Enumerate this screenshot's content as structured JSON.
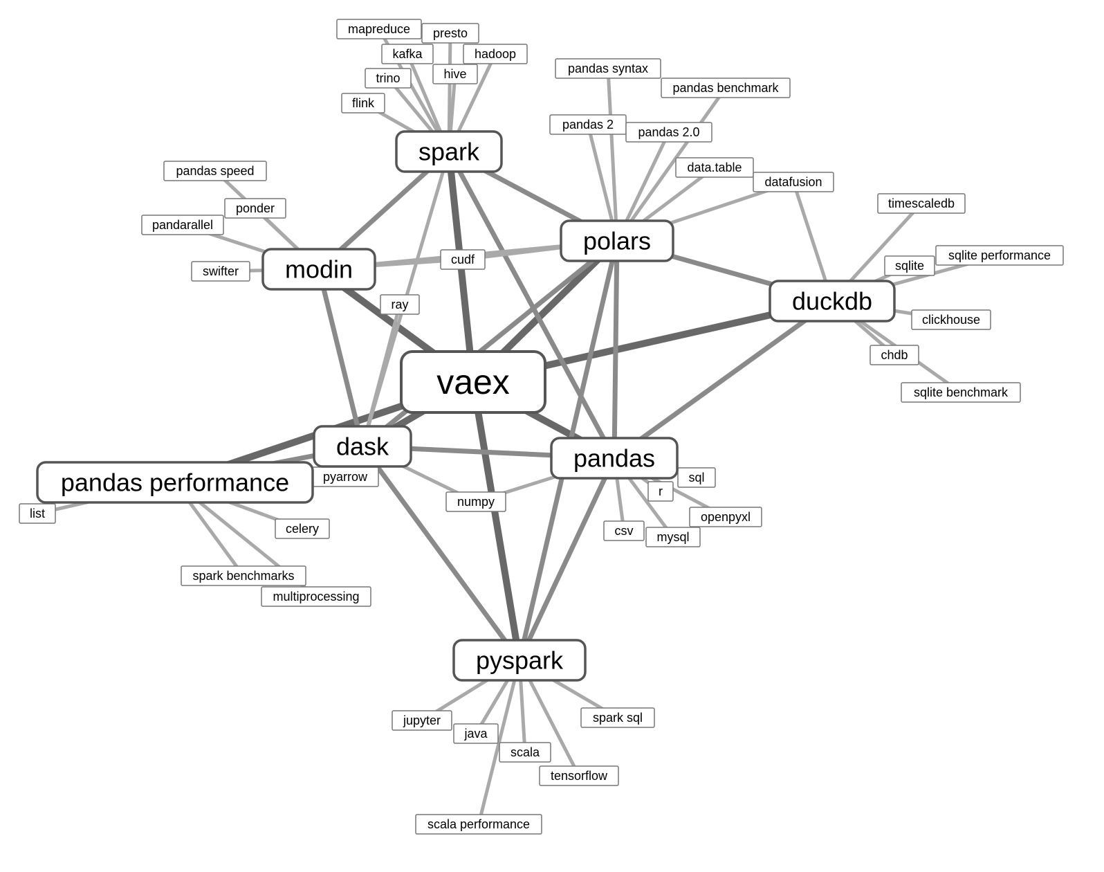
{
  "graph": {
    "center": "vaex",
    "hubs": [
      "vaex",
      "spark",
      "polars",
      "modin",
      "duckdb",
      "dask",
      "pandas",
      "pyspark",
      "pandas performance"
    ],
    "nodes": [
      {
        "id": "vaex",
        "label": "vaex",
        "level": "center"
      },
      {
        "id": "spark",
        "label": "spark",
        "level": "hub"
      },
      {
        "id": "polars",
        "label": "polars",
        "level": "hub"
      },
      {
        "id": "modin",
        "label": "modin",
        "level": "hub"
      },
      {
        "id": "duckdb",
        "label": "duckdb",
        "level": "hub"
      },
      {
        "id": "dask",
        "label": "dask",
        "level": "hub"
      },
      {
        "id": "pandas",
        "label": "pandas",
        "level": "hub"
      },
      {
        "id": "pyspark",
        "label": "pyspark",
        "level": "hub"
      },
      {
        "id": "pandas_performance",
        "label": "pandas performance",
        "level": "hub"
      },
      {
        "id": "mapreduce",
        "label": "mapreduce",
        "level": "leaf"
      },
      {
        "id": "presto",
        "label": "presto",
        "level": "leaf"
      },
      {
        "id": "kafka",
        "label": "kafka",
        "level": "leaf"
      },
      {
        "id": "hadoop",
        "label": "hadoop",
        "level": "leaf"
      },
      {
        "id": "hive",
        "label": "hive",
        "level": "leaf"
      },
      {
        "id": "trino",
        "label": "trino",
        "level": "leaf"
      },
      {
        "id": "flink",
        "label": "flink",
        "level": "leaf"
      },
      {
        "id": "pandas_syntax",
        "label": "pandas syntax",
        "level": "leaf"
      },
      {
        "id": "pandas_benchmark",
        "label": "pandas benchmark",
        "level": "leaf"
      },
      {
        "id": "pandas_2",
        "label": "pandas 2",
        "level": "leaf"
      },
      {
        "id": "pandas_2_0",
        "label": "pandas 2.0",
        "level": "leaf"
      },
      {
        "id": "data_table",
        "label": "data.table",
        "level": "leaf"
      },
      {
        "id": "datafusion",
        "label": "datafusion",
        "level": "leaf"
      },
      {
        "id": "timescaledb",
        "label": "timescaledb",
        "level": "leaf"
      },
      {
        "id": "sqlite",
        "label": "sqlite",
        "level": "leaf"
      },
      {
        "id": "sqlite_performance",
        "label": "sqlite performance",
        "level": "leaf"
      },
      {
        "id": "clickhouse",
        "label": "clickhouse",
        "level": "leaf"
      },
      {
        "id": "chdb",
        "label": "chdb",
        "level": "leaf"
      },
      {
        "id": "sqlite_benchmark",
        "label": "sqlite benchmark",
        "level": "leaf"
      },
      {
        "id": "pandas_speed",
        "label": "pandas speed",
        "level": "leaf"
      },
      {
        "id": "ponder",
        "label": "ponder",
        "level": "leaf"
      },
      {
        "id": "pandarallel",
        "label": "pandarallel",
        "level": "leaf"
      },
      {
        "id": "swifter",
        "label": "swifter",
        "level": "leaf"
      },
      {
        "id": "cudf",
        "label": "cudf",
        "level": "leaf"
      },
      {
        "id": "ray",
        "label": "ray",
        "level": "leaf"
      },
      {
        "id": "pyarrow",
        "label": "pyarrow",
        "level": "leaf"
      },
      {
        "id": "list",
        "label": "list",
        "level": "leaf"
      },
      {
        "id": "celery",
        "label": "celery",
        "level": "leaf"
      },
      {
        "id": "spark_benchmarks",
        "label": "spark benchmarks",
        "level": "leaf"
      },
      {
        "id": "multiprocessing",
        "label": "multiprocessing",
        "level": "leaf"
      },
      {
        "id": "numpy",
        "label": "numpy",
        "level": "leaf"
      },
      {
        "id": "sql",
        "label": "sql",
        "level": "leaf"
      },
      {
        "id": "r",
        "label": "r",
        "level": "leaf"
      },
      {
        "id": "openpyxl",
        "label": "openpyxl",
        "level": "leaf"
      },
      {
        "id": "csv",
        "label": "csv",
        "level": "leaf"
      },
      {
        "id": "mysql",
        "label": "mysql",
        "level": "leaf"
      },
      {
        "id": "jupyter",
        "label": "jupyter",
        "level": "leaf"
      },
      {
        "id": "java",
        "label": "java",
        "level": "leaf"
      },
      {
        "id": "scala",
        "label": "scala",
        "level": "leaf"
      },
      {
        "id": "spark_sql",
        "label": "spark sql",
        "level": "leaf"
      },
      {
        "id": "tensorflow",
        "label": "tensorflow",
        "level": "leaf"
      },
      {
        "id": "scala_performance",
        "label": "scala performance",
        "level": "leaf"
      }
    ],
    "edges": [
      {
        "from": "vaex",
        "to": "spark",
        "weight": 3
      },
      {
        "from": "vaex",
        "to": "polars",
        "weight": 3
      },
      {
        "from": "vaex",
        "to": "modin",
        "weight": 3
      },
      {
        "from": "vaex",
        "to": "duckdb",
        "weight": 3
      },
      {
        "from": "vaex",
        "to": "dask",
        "weight": 3
      },
      {
        "from": "vaex",
        "to": "pandas",
        "weight": 3
      },
      {
        "from": "vaex",
        "to": "pyspark",
        "weight": 3
      },
      {
        "from": "vaex",
        "to": "pandas_performance",
        "weight": 3
      },
      {
        "from": "spark",
        "to": "polars",
        "weight": 2
      },
      {
        "from": "spark",
        "to": "modin",
        "weight": 2
      },
      {
        "from": "spark",
        "to": "pandas",
        "weight": 2
      },
      {
        "from": "spark",
        "to": "dask",
        "weight": 1
      },
      {
        "from": "polars",
        "to": "modin",
        "weight": 1
      },
      {
        "from": "polars",
        "to": "duckdb",
        "weight": 2
      },
      {
        "from": "polars",
        "to": "pandas",
        "weight": 2
      },
      {
        "from": "polars",
        "to": "dask",
        "weight": 2
      },
      {
        "from": "modin",
        "to": "dask",
        "weight": 2
      },
      {
        "from": "duckdb",
        "to": "pandas",
        "weight": 2
      },
      {
        "from": "dask",
        "to": "pandas",
        "weight": 2
      },
      {
        "from": "dask",
        "to": "pyspark",
        "weight": 2
      },
      {
        "from": "pandas",
        "to": "pyspark",
        "weight": 2
      },
      {
        "from": "polars",
        "to": "pyspark",
        "weight": 2
      },
      {
        "from": "dask",
        "to": "pandas_performance",
        "weight": 2
      },
      {
        "from": "spark",
        "to": "mapreduce",
        "weight": 1
      },
      {
        "from": "spark",
        "to": "presto",
        "weight": 1
      },
      {
        "from": "spark",
        "to": "kafka",
        "weight": 1
      },
      {
        "from": "spark",
        "to": "hadoop",
        "weight": 1
      },
      {
        "from": "spark",
        "to": "hive",
        "weight": 1
      },
      {
        "from": "spark",
        "to": "trino",
        "weight": 1
      },
      {
        "from": "spark",
        "to": "flink",
        "weight": 1
      },
      {
        "from": "polars",
        "to": "pandas_syntax",
        "weight": 1
      },
      {
        "from": "polars",
        "to": "pandas_benchmark",
        "weight": 1
      },
      {
        "from": "polars",
        "to": "pandas_2",
        "weight": 1
      },
      {
        "from": "polars",
        "to": "pandas_2_0",
        "weight": 1
      },
      {
        "from": "polars",
        "to": "data_table",
        "weight": 1
      },
      {
        "from": "polars",
        "to": "datafusion",
        "weight": 1
      },
      {
        "from": "duckdb",
        "to": "datafusion",
        "weight": 1
      },
      {
        "from": "duckdb",
        "to": "timescaledb",
        "weight": 1
      },
      {
        "from": "duckdb",
        "to": "sqlite",
        "weight": 1
      },
      {
        "from": "duckdb",
        "to": "sqlite_performance",
        "weight": 1
      },
      {
        "from": "duckdb",
        "to": "clickhouse",
        "weight": 1
      },
      {
        "from": "duckdb",
        "to": "chdb",
        "weight": 1
      },
      {
        "from": "duckdb",
        "to": "sqlite_benchmark",
        "weight": 1
      },
      {
        "from": "modin",
        "to": "pandas_speed",
        "weight": 1
      },
      {
        "from": "modin",
        "to": "ponder",
        "weight": 1
      },
      {
        "from": "modin",
        "to": "pandarallel",
        "weight": 1
      },
      {
        "from": "modin",
        "to": "swifter",
        "weight": 1
      },
      {
        "from": "modin",
        "to": "cudf",
        "weight": 1
      },
      {
        "from": "polars",
        "to": "cudf",
        "weight": 1
      },
      {
        "from": "dask",
        "to": "ray",
        "weight": 1
      },
      {
        "from": "dask",
        "to": "pyarrow",
        "weight": 1
      },
      {
        "from": "dask",
        "to": "numpy",
        "weight": 1
      },
      {
        "from": "pandas",
        "to": "numpy",
        "weight": 1
      },
      {
        "from": "pandas_performance",
        "to": "list",
        "weight": 1
      },
      {
        "from": "pandas_performance",
        "to": "celery",
        "weight": 1
      },
      {
        "from": "pandas_performance",
        "to": "spark_benchmarks",
        "weight": 1
      },
      {
        "from": "pandas_performance",
        "to": "multiprocessing",
        "weight": 1
      },
      {
        "from": "pandas",
        "to": "sql",
        "weight": 1
      },
      {
        "from": "pandas",
        "to": "r",
        "weight": 1
      },
      {
        "from": "pandas",
        "to": "openpyxl",
        "weight": 1
      },
      {
        "from": "pandas",
        "to": "csv",
        "weight": 1
      },
      {
        "from": "pandas",
        "to": "mysql",
        "weight": 1
      },
      {
        "from": "pyspark",
        "to": "jupyter",
        "weight": 1
      },
      {
        "from": "pyspark",
        "to": "java",
        "weight": 1
      },
      {
        "from": "pyspark",
        "to": "scala",
        "weight": 1
      },
      {
        "from": "pyspark",
        "to": "spark_sql",
        "weight": 1
      },
      {
        "from": "pyspark",
        "to": "tensorflow",
        "weight": 1
      },
      {
        "from": "pyspark",
        "to": "scala_performance",
        "weight": 1
      }
    ]
  }
}
